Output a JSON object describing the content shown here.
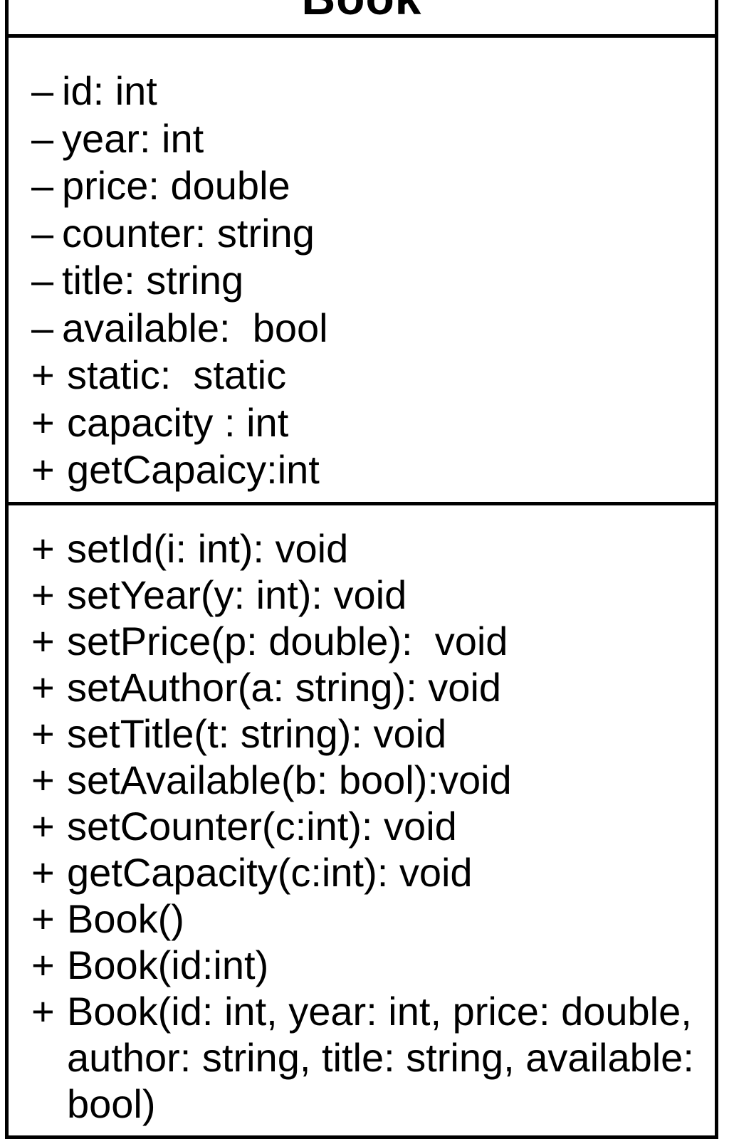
{
  "class_name": "Book",
  "attributes": [
    {
      "visibility": "–",
      "text": "id: int"
    },
    {
      "visibility": "–",
      "text": "year: int"
    },
    {
      "visibility": "–",
      "text": "price: double"
    },
    {
      "visibility": "–",
      "text": "counter: string"
    },
    {
      "visibility": "–",
      "text": "title: string"
    },
    {
      "visibility": "–",
      "text": "available:  bool"
    },
    {
      "visibility": "+",
      "text": "static:  static"
    },
    {
      "visibility": "+",
      "text": "capacity : int"
    },
    {
      "visibility": "+",
      "text": "getCapaicy:int"
    }
  ],
  "operations": [
    {
      "visibility": "+",
      "text": "setId(i: int): void"
    },
    {
      "visibility": "+",
      "text": "setYear(y: int): void"
    },
    {
      "visibility": "+",
      "text": "setPrice(p: double):  void"
    },
    {
      "visibility": "+",
      "text": "setAuthor(a: string): void"
    },
    {
      "visibility": "+",
      "text": "setTitle(t: string): void"
    },
    {
      "visibility": "+",
      "text": "setAvailable(b: bool):void"
    },
    {
      "visibility": "+",
      "text": "setCounter(c:int): void"
    },
    {
      "visibility": "+",
      "text": "getCapacity(c:int): void"
    },
    {
      "visibility": "+",
      "text": "Book()"
    },
    {
      "visibility": "+",
      "text": "Book(id:int)"
    },
    {
      "visibility": "+",
      "text": "Book(id: int, year: int, price: double,",
      "continuation": [
        "author: string, title: string, available:",
        "bool)"
      ]
    }
  ]
}
